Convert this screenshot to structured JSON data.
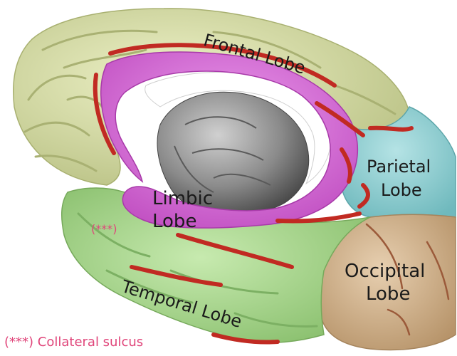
{
  "labels": {
    "frontal": "Frontal Lobe",
    "parietal_line1": "Parietal",
    "parietal_line2": "Lobe",
    "limbic_line1": "Limbic",
    "limbic_line2": "Lobe",
    "occipital_line1": "Occipital",
    "occipital_line2": "Lobe",
    "temporal": "Temporal Lobe",
    "collateral_marker": "(***)",
    "footnote": "(***) Collateral sulcus"
  },
  "colors": {
    "frontal": "#d9dfaa",
    "parietal": "#8fd0d3",
    "occipital": "#d6b791",
    "temporal": "#a9d78f",
    "limbic": "#d56bd6",
    "sulcus": "#c12a22",
    "core": "#9a9a9a",
    "footnote": "#e0457a"
  }
}
